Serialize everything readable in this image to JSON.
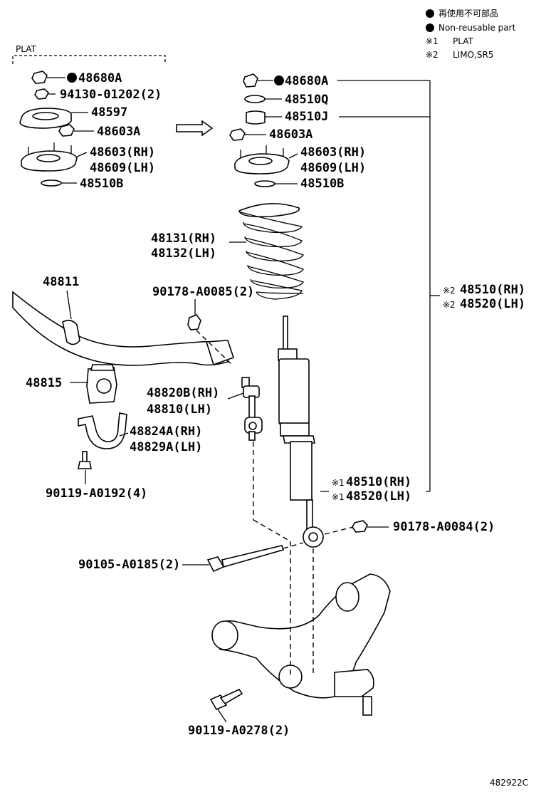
{
  "legend": {
    "non_reusable_jp": "再使用不可部品",
    "non_reusable_en": "Non-reusable part",
    "note1_mark": "※1",
    "note1_text": "PLAT",
    "note2_mark": "※2",
    "note2_text": "LIMO,SR5"
  },
  "plat_header": "PLAT",
  "left_group": {
    "nut_a": "48680A",
    "bolt": "94130-01202(2)",
    "seat": "48597",
    "nut_b": "48603A",
    "support_rh": "48603(RH)",
    "support_lh": "48609(LH)",
    "washer": "48510B"
  },
  "right_group": {
    "nut_a": "48680A",
    "washer_q": "48510Q",
    "bushing_j": "48510J",
    "nut_b": "48603A",
    "support_rh": "48603(RH)",
    "support_lh": "48609(LH)",
    "washer": "48510B"
  },
  "parts": {
    "spring_rh": "48131(RH)",
    "spring_lh": "48132(LH)",
    "stabilizer_bar": "48811",
    "link_nut": "90178-A0085(2)",
    "stab_bushing": "48815",
    "link_rh": "48820B(RH)",
    "link_lh": "48810(LH)",
    "bracket_rh": "48824A(RH)",
    "bracket_lh": "48829A(LH)",
    "bracket_bolt": "90119-A0192(4)",
    "lower_nut": "90178-A0084(2)",
    "through_bolt": "90105-A0185(2)",
    "arm_bolt": "90119-A0278(2)"
  },
  "shock": {
    "assy_note_mark": "※2",
    "assy_rh": "48510(RH)",
    "assy_lh": "48520(LH)",
    "plat_note_mark": "※1",
    "plat_rh": "48510(RH)",
    "plat_lh": "48520(LH)"
  },
  "diagram_id": "482922C"
}
